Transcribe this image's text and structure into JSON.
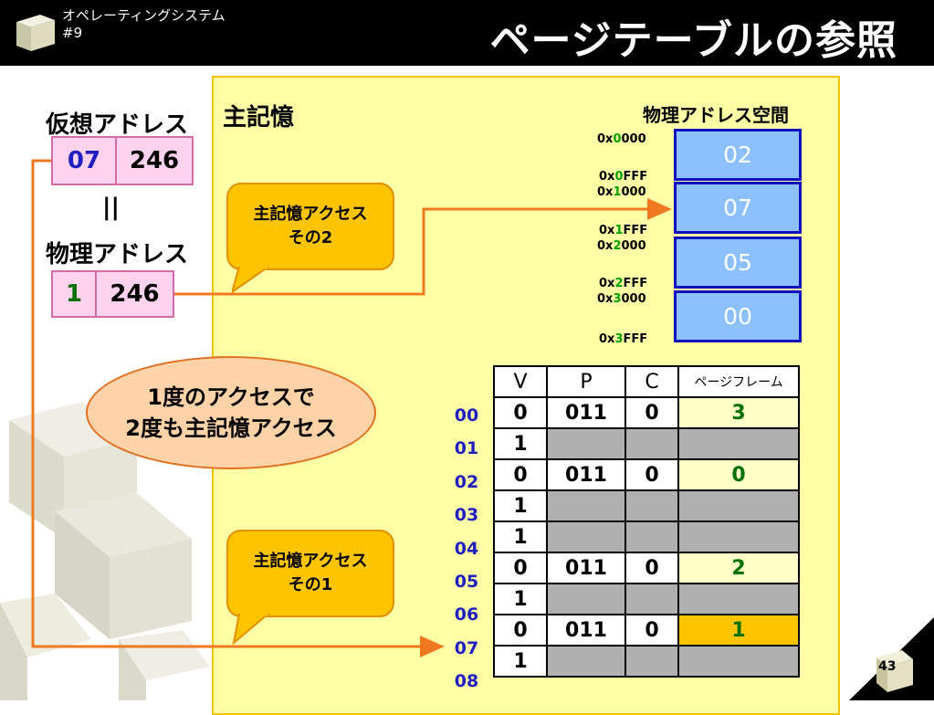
{
  "header": {
    "course": "オペレーティングシステム",
    "lecture": "#9",
    "title": "ページテーブルの参照"
  },
  "main_memory_label": "主記憶",
  "virtual_address": {
    "label": "仮想アドレス",
    "page": "07",
    "offset": "246"
  },
  "equals": "||",
  "physical_address": {
    "label": "物理アドレス",
    "frame": "1",
    "offset": "246"
  },
  "physical_space": {
    "label": "物理アドレス空間",
    "frames": [
      "02",
      "07",
      "05",
      "00"
    ],
    "ranges": [
      {
        "start_pre": "0x",
        "start_g": "0",
        "start_post": "000",
        "end_pre": "0x",
        "end_g": "0",
        "end_post": "FFF"
      },
      {
        "start_pre": "0x",
        "start_g": "1",
        "start_post": "000",
        "end_pre": "0x",
        "end_g": "1",
        "end_post": "FFF"
      },
      {
        "start_pre": "0x",
        "start_g": "2",
        "start_post": "000",
        "end_pre": "0x",
        "end_g": "2",
        "end_post": "FFF"
      },
      {
        "start_pre": "0x",
        "start_g": "3",
        "start_post": "000",
        "end_pre": "0x",
        "end_g": "3",
        "end_post": "FFF"
      }
    ]
  },
  "callouts": {
    "access2_line1": "主記憶アクセス",
    "access2_line2": "その2",
    "access1_line1": "主記憶アクセス",
    "access1_line2": "その1",
    "oval_line1": "1度のアクセスで",
    "oval_line2": "2度も主記憶アクセス"
  },
  "page_table": {
    "headers": [
      "V",
      "P",
      "C",
      "ページフレーム"
    ],
    "rows": [
      {
        "index": "00",
        "v": "0",
        "p": "011",
        "c": "0",
        "frame": "3"
      },
      {
        "index": "01",
        "v": "1",
        "p": "",
        "c": "",
        "frame": ""
      },
      {
        "index": "02",
        "v": "0",
        "p": "011",
        "c": "0",
        "frame": "0"
      },
      {
        "index": "03",
        "v": "1",
        "p": "",
        "c": "",
        "frame": ""
      },
      {
        "index": "04",
        "v": "1",
        "p": "",
        "c": "",
        "frame": ""
      },
      {
        "index": "05",
        "v": "0",
        "p": "011",
        "c": "0",
        "frame": "2"
      },
      {
        "index": "06",
        "v": "1",
        "p": "",
        "c": "",
        "frame": ""
      },
      {
        "index": "07",
        "v": "0",
        "p": "011",
        "c": "0",
        "frame": "1"
      },
      {
        "index": "08",
        "v": "1",
        "p": "",
        "c": "",
        "frame": ""
      }
    ]
  },
  "page_number": "43",
  "colors": {
    "arrow": "#f07820",
    "memory_panel": "#ffffa6",
    "frame_block": "#8cc0ff",
    "highlight": "#ffc400"
  }
}
